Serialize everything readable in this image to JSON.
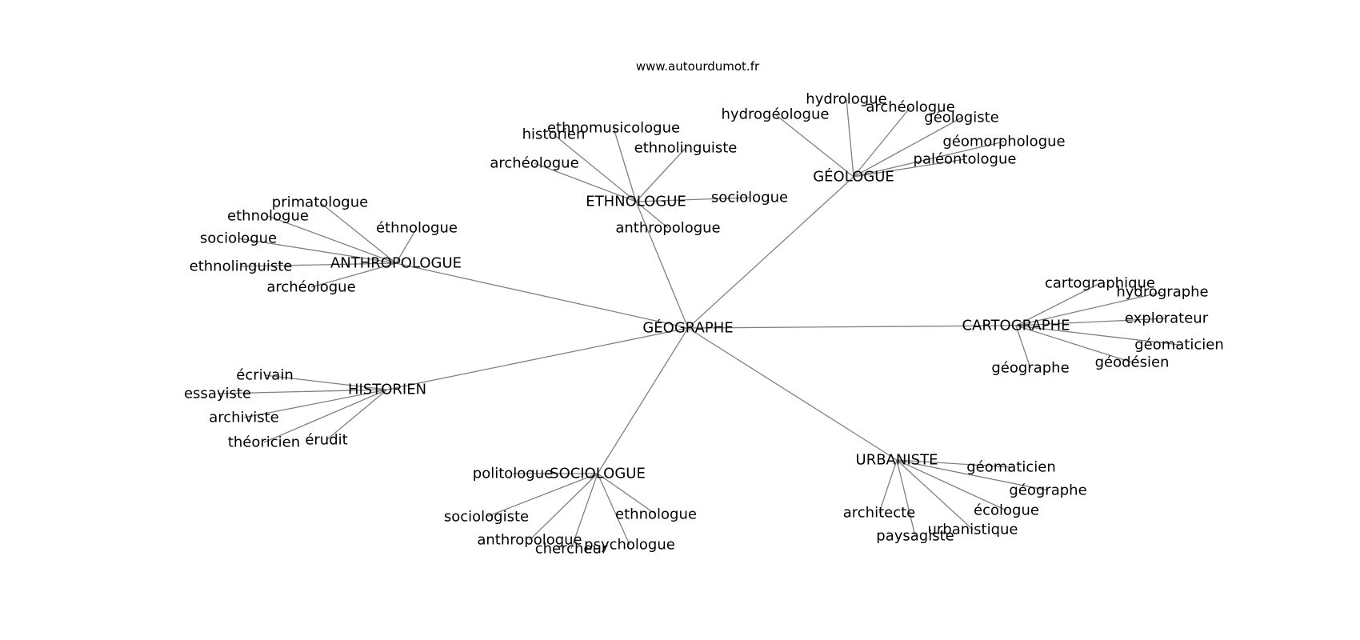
{
  "source": "www.autourdumot.fr",
  "root": "GÉOGRAPHE",
  "clusters": [
    {
      "hub": "ANTHROPOLOGUE",
      "leaves": [
        "primatologue",
        "ethnologue",
        "éthnologue",
        "sociologue",
        "ethnolinguiste",
        "archéologue"
      ]
    },
    {
      "hub": "ETHNOLOGUE",
      "leaves": [
        "ethnomusicologue",
        "historien",
        "ethnolinguiste",
        "archéologue",
        "sociologue",
        "anthropologue"
      ]
    },
    {
      "hub": "GÉOLOGUE",
      "leaves": [
        "hydrologue",
        "hydrogéologue",
        "archéologue",
        "géologiste",
        "géomorphologue",
        "paléontologue"
      ]
    },
    {
      "hub": "CARTOGRAPHE",
      "leaves": [
        "cartographique",
        "hydrographe",
        "explorateur",
        "géomaticien",
        "géodésien",
        "géographe"
      ]
    },
    {
      "hub": "URBANISTE",
      "leaves": [
        "géomaticien",
        "géographe",
        "écologue",
        "urbanistique",
        "paysagiste",
        "architecte"
      ]
    },
    {
      "hub": "SOCIOLOGUE",
      "leaves": [
        "politologue",
        "ethnologue",
        "sociologiste",
        "anthropologue",
        "chercheur",
        "psychologue"
      ]
    },
    {
      "hub": "HISTORIEN",
      "leaves": [
        "écrivain",
        "essayiste",
        "archiviste",
        "théoricien",
        "érudit"
      ]
    }
  ]
}
